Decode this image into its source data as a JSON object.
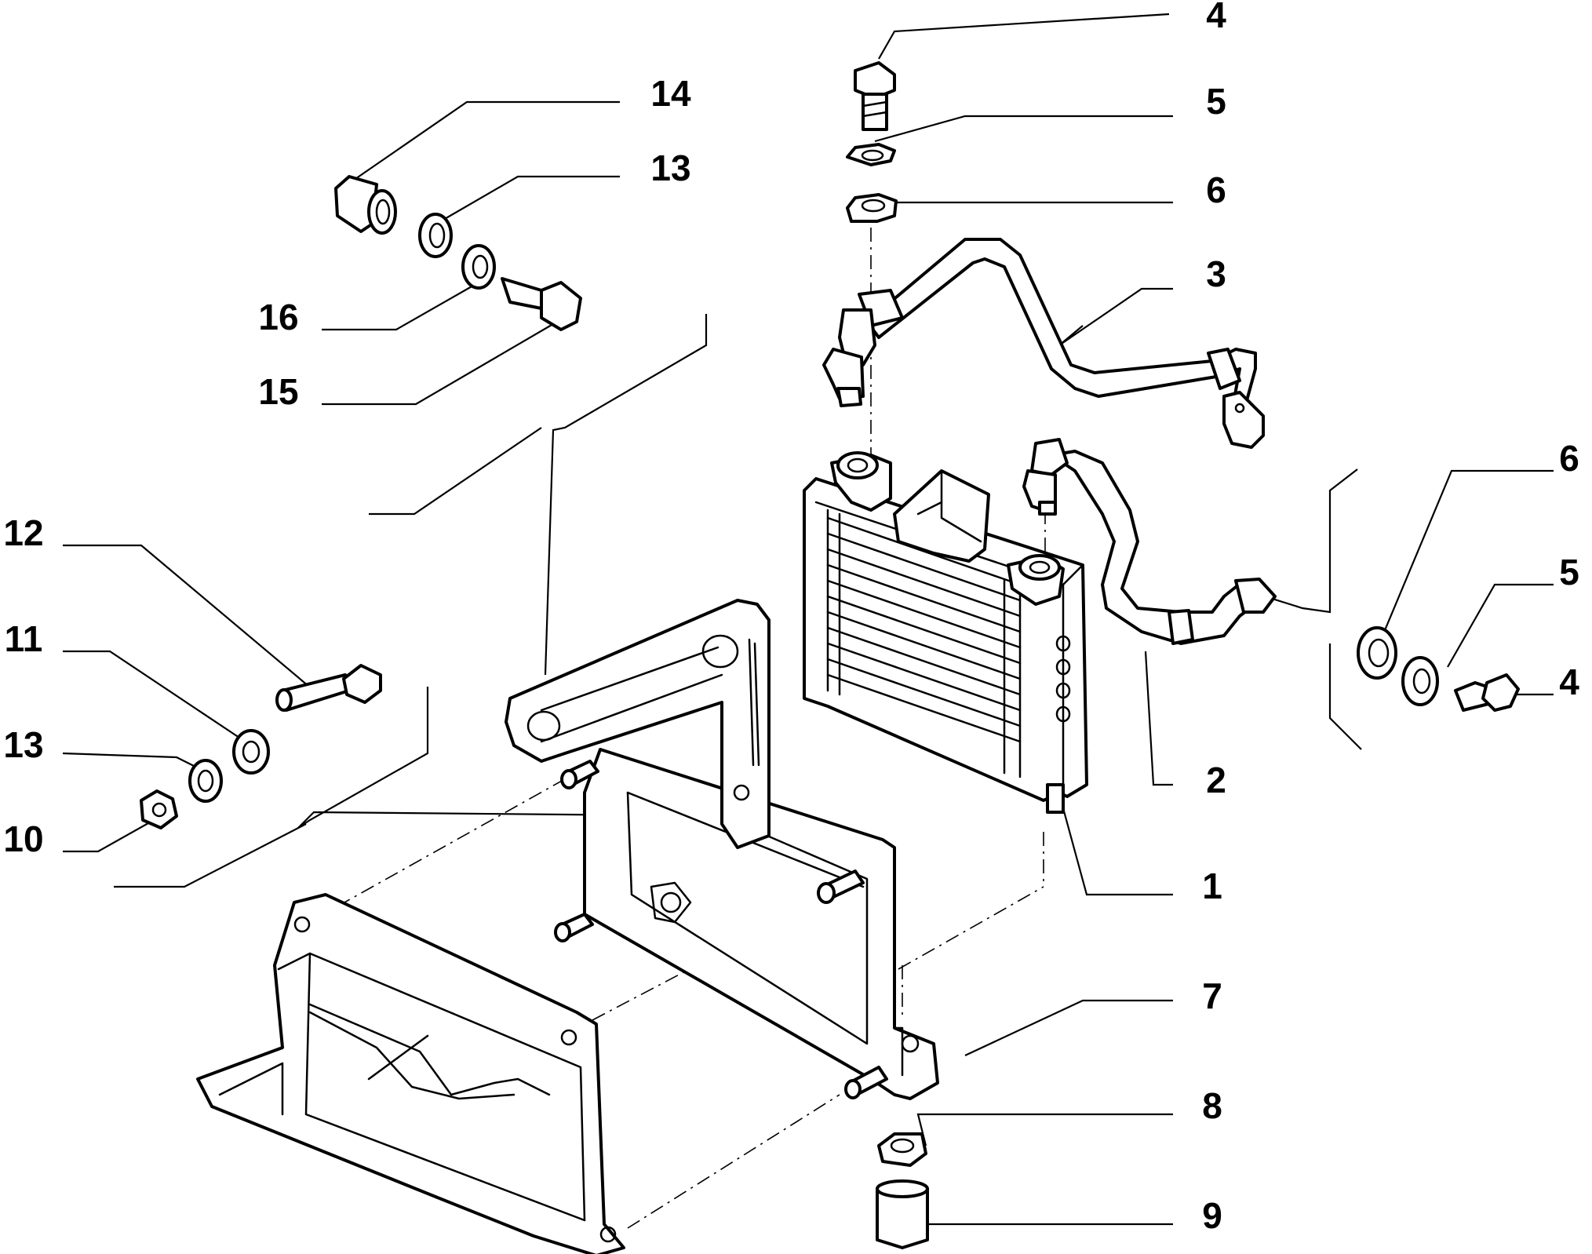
{
  "callouts": [
    "1",
    "2",
    "3",
    "4",
    "5",
    "6",
    "7",
    "8",
    "9",
    "10",
    "11",
    "12",
    "13",
    "14",
    "15",
    "16"
  ],
  "labels": {
    "l1": "1",
    "l2": "2",
    "l3": "3",
    "l4a": "4",
    "l4b": "4",
    "l5a": "5",
    "l5b": "5",
    "l6a": "6",
    "l6b": "6",
    "l7": "7",
    "l8": "8",
    "l9": "9",
    "l10": "10",
    "l11": "11",
    "l12": "12",
    "l13a": "13",
    "l13b": "13",
    "l14": "14",
    "l15": "15",
    "l16": "16"
  },
  "colors": {
    "line": "#000000",
    "background": "#ffffff"
  }
}
